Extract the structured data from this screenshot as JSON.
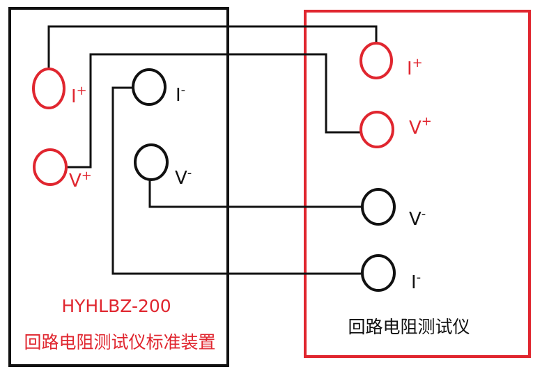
{
  "colors": {
    "red": "#e0262f",
    "black": "#111111",
    "background": "#ffffff"
  },
  "standard_device": {
    "model": "HYHLBZ-200",
    "name": "回路电阻测试仪标准装置",
    "terminals": {
      "i_plus": {
        "letter": "I",
        "sign": "+"
      },
      "v_plus": {
        "letter": "V",
        "sign": "+"
      },
      "i_minus": {
        "letter": "I",
        "sign": "-"
      },
      "v_minus": {
        "letter": "V",
        "sign": "-"
      }
    }
  },
  "tester": {
    "name": "回路电阻测试仪",
    "terminals": {
      "i_plus": {
        "letter": "I",
        "sign": "+"
      },
      "v_plus": {
        "letter": "V",
        "sign": "+"
      },
      "v_minus": {
        "letter": "V",
        "sign": "-"
      },
      "i_minus": {
        "letter": "I",
        "sign": "-"
      }
    }
  }
}
